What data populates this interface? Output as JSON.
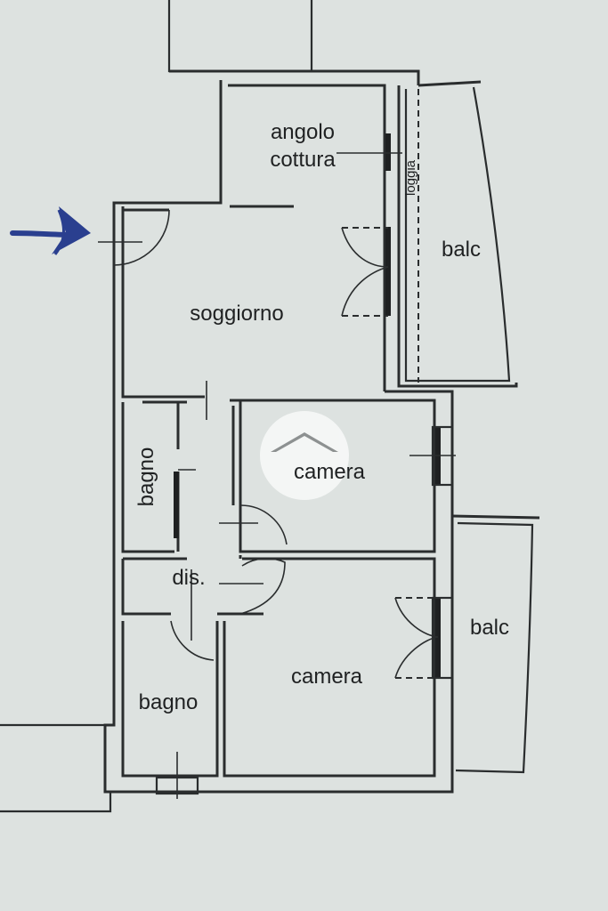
{
  "rooms": {
    "kitchen_line1": "angolo",
    "kitchen_line2": "cottura",
    "living": "soggiorno",
    "loggia": "loggia",
    "balcony_top": "balc",
    "bathroom_1": "bagno",
    "bedroom_1": "camera",
    "hallway": "dis.",
    "bedroom_2": "camera",
    "bathroom_2": "bagno",
    "balcony_bottom": "balc"
  },
  "colors": {
    "paper": "#dde2e0",
    "lines": "#2a2d2e",
    "entry_arrow": "#2a3f8f",
    "watermark": "#ffffff"
  },
  "icons": {
    "entry": "entry-arrow-icon",
    "watermark": "house-watermark-icon"
  }
}
